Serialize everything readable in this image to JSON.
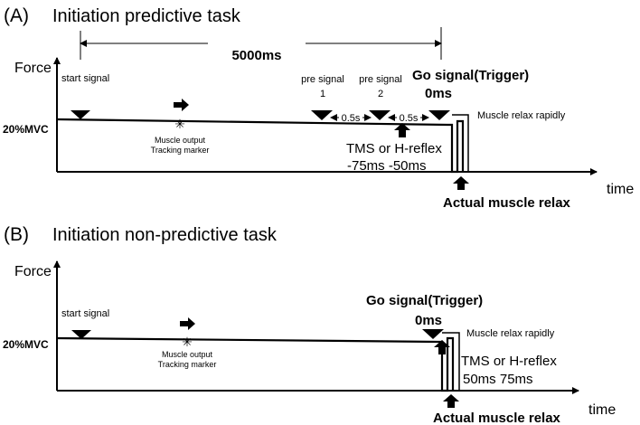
{
  "panel_a": {
    "label": "(A)",
    "title": "Initiation predictive task",
    "duration_label": "5000ms",
    "y_axis_label": "Force",
    "x_axis_label": "time",
    "level_label": "20%MVC",
    "start_signal": "start signal",
    "tracking_line1": "Muscle output",
    "tracking_line2": "Tracking marker",
    "pre_signal_1_line1": "pre signal",
    "pre_signal_1_line2": "1",
    "pre_signal_2_line1": "pre signal",
    "pre_signal_2_line2": "2",
    "go_signal_line1": "Go signal(Trigger)",
    "go_signal_line2": "0ms",
    "interval_1": "0.5s",
    "interval_2": "0.5s",
    "relax_rapidly": "Muscle relax rapidly",
    "tms_line1": "TMS or H-reflex",
    "tms_line2": "-75ms  -50ms",
    "actual_relax": "Actual muscle relax"
  },
  "panel_b": {
    "label": "(B)",
    "title": "Initiation non-predictive task",
    "y_axis_label": "Force",
    "x_axis_label": "time",
    "level_label": "20%MVC",
    "start_signal": "start signal",
    "tracking_line1": "Muscle output",
    "tracking_line2": "Tracking marker",
    "go_signal_line1": "Go signal(Trigger)",
    "go_signal_line2": "0ms",
    "relax_rapidly": "Muscle relax rapidly",
    "tms_line1": "TMS  or  H-reflex",
    "tms_line2": "50ms   75ms",
    "actual_relax": "Actual muscle relax"
  }
}
